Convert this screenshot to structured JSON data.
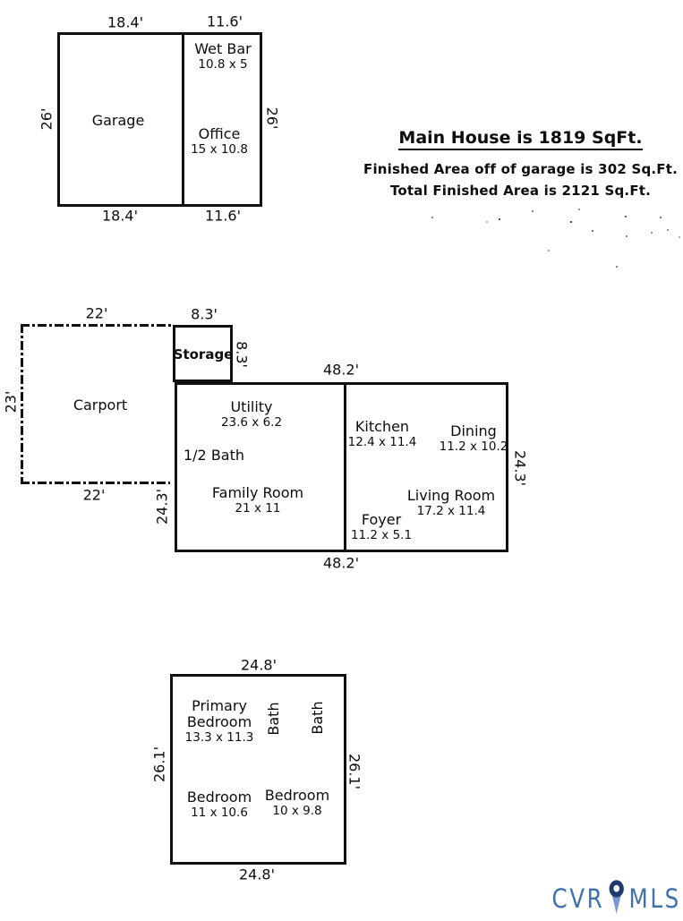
{
  "summary": {
    "title": "Main House is 1819 SqFt.",
    "line2": "Finished Area off of garage is 302 Sq.Ft.",
    "line3": "Total Finished Area is 2121 Sq.Ft."
  },
  "garage_plan": {
    "dim_top_left": "18.4'",
    "dim_top_right": "11.6'",
    "dim_left": "26'",
    "dim_right": "26'",
    "dim_bottom_left": "18.4'",
    "dim_bottom_right": "11.6'",
    "garage": {
      "name": "Garage"
    },
    "wet_bar": {
      "name": "Wet Bar",
      "size": "10.8 x 5"
    },
    "office": {
      "name": "Office",
      "size": "15 x 10.8"
    }
  },
  "main_plan": {
    "dim_carport_top": "22'",
    "dim_carport_left": "23'",
    "dim_carport_bottom": "22'",
    "dim_storage_top": "8.3'",
    "dim_storage_right": "8.3'",
    "dim_house_top": "48.2'",
    "dim_house_left": "24.3'",
    "dim_house_right": "24.3'",
    "dim_house_bottom": "48.2'",
    "carport": {
      "name": "Carport"
    },
    "storage": {
      "name": "Storage"
    },
    "utility": {
      "name": "Utility",
      "size": "23.6 x 6.2"
    },
    "half_bath": {
      "name": "1/2 Bath"
    },
    "kitchen": {
      "name": "Kitchen",
      "size": "12.4 x 11.4"
    },
    "dining": {
      "name": "Dining",
      "size": "11.2 x 10.2"
    },
    "family_room": {
      "name": "Family Room",
      "size": "21 x 11"
    },
    "living_room": {
      "name": "Living Room",
      "size": "17.2 x 11.4"
    },
    "foyer": {
      "name": "Foyer",
      "size": "11.2 x 5.1"
    }
  },
  "bedroom_plan": {
    "dim_top": "24.8'",
    "dim_left": "26.1'",
    "dim_right": "26.1'",
    "dim_bottom": "24.8'",
    "primary_bedroom": {
      "name": "Primary Bedroom",
      "size": "13.3 x 11.3"
    },
    "bath1": {
      "name": "Bath"
    },
    "bath2": {
      "name": "Bath"
    },
    "bedroom_left": {
      "name": "Bedroom",
      "size": "11 x 10.6"
    },
    "bedroom_right": {
      "name": "Bedroom",
      "size": "10 x 9.8"
    }
  },
  "logo": {
    "left_text": "CVR",
    "right_text": "MLS",
    "pin_icon": "map-pin-icon",
    "text_color": "#4171ad",
    "pin_head_color": "#1c3a6b",
    "pin_tip_color": "#7b97cd"
  }
}
